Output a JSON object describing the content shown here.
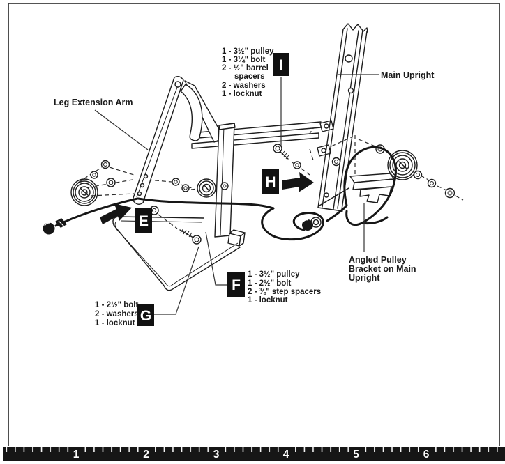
{
  "figure": {
    "labels": {
      "leg_extension_arm": "Leg Extension Arm",
      "main_upright": "Main Upright",
      "angled_pulley_bracket_line1": "Angled Pulley",
      "angled_pulley_bracket_line2": "Bracket on Main",
      "angled_pulley_bracket_line3": "Upright"
    },
    "callouts": {
      "i": {
        "letter": "I",
        "items": [
          "1 - 3½\" pulley",
          "1 - 3¼\" bolt",
          "2 - ½\" barrel",
          "spacers",
          "2 - washers",
          "1 - locknut"
        ]
      },
      "e": {
        "letter": "E"
      },
      "h": {
        "letter": "H"
      },
      "f": {
        "letter": "F",
        "items": [
          "1 - 3½\" pulley",
          "1 - 2½\" bolt",
          "2 - ⅜\" step spacers",
          "1 - locknut"
        ]
      },
      "g": {
        "letter": "G",
        "items": [
          "1 - 2½\" bolt",
          "2 - washers",
          "1 - locknut"
        ]
      }
    }
  },
  "ruler": {
    "numbers": [
      "1",
      "2",
      "3",
      "4",
      "5",
      "6"
    ]
  },
  "colors": {
    "ink": "#1d1d1d",
    "callout_background": "#111111",
    "callout_text": "#ffffff",
    "ruler_background": "#161616",
    "ruler_tick": "#f5f5f5",
    "page_background": "#ffffff"
  }
}
